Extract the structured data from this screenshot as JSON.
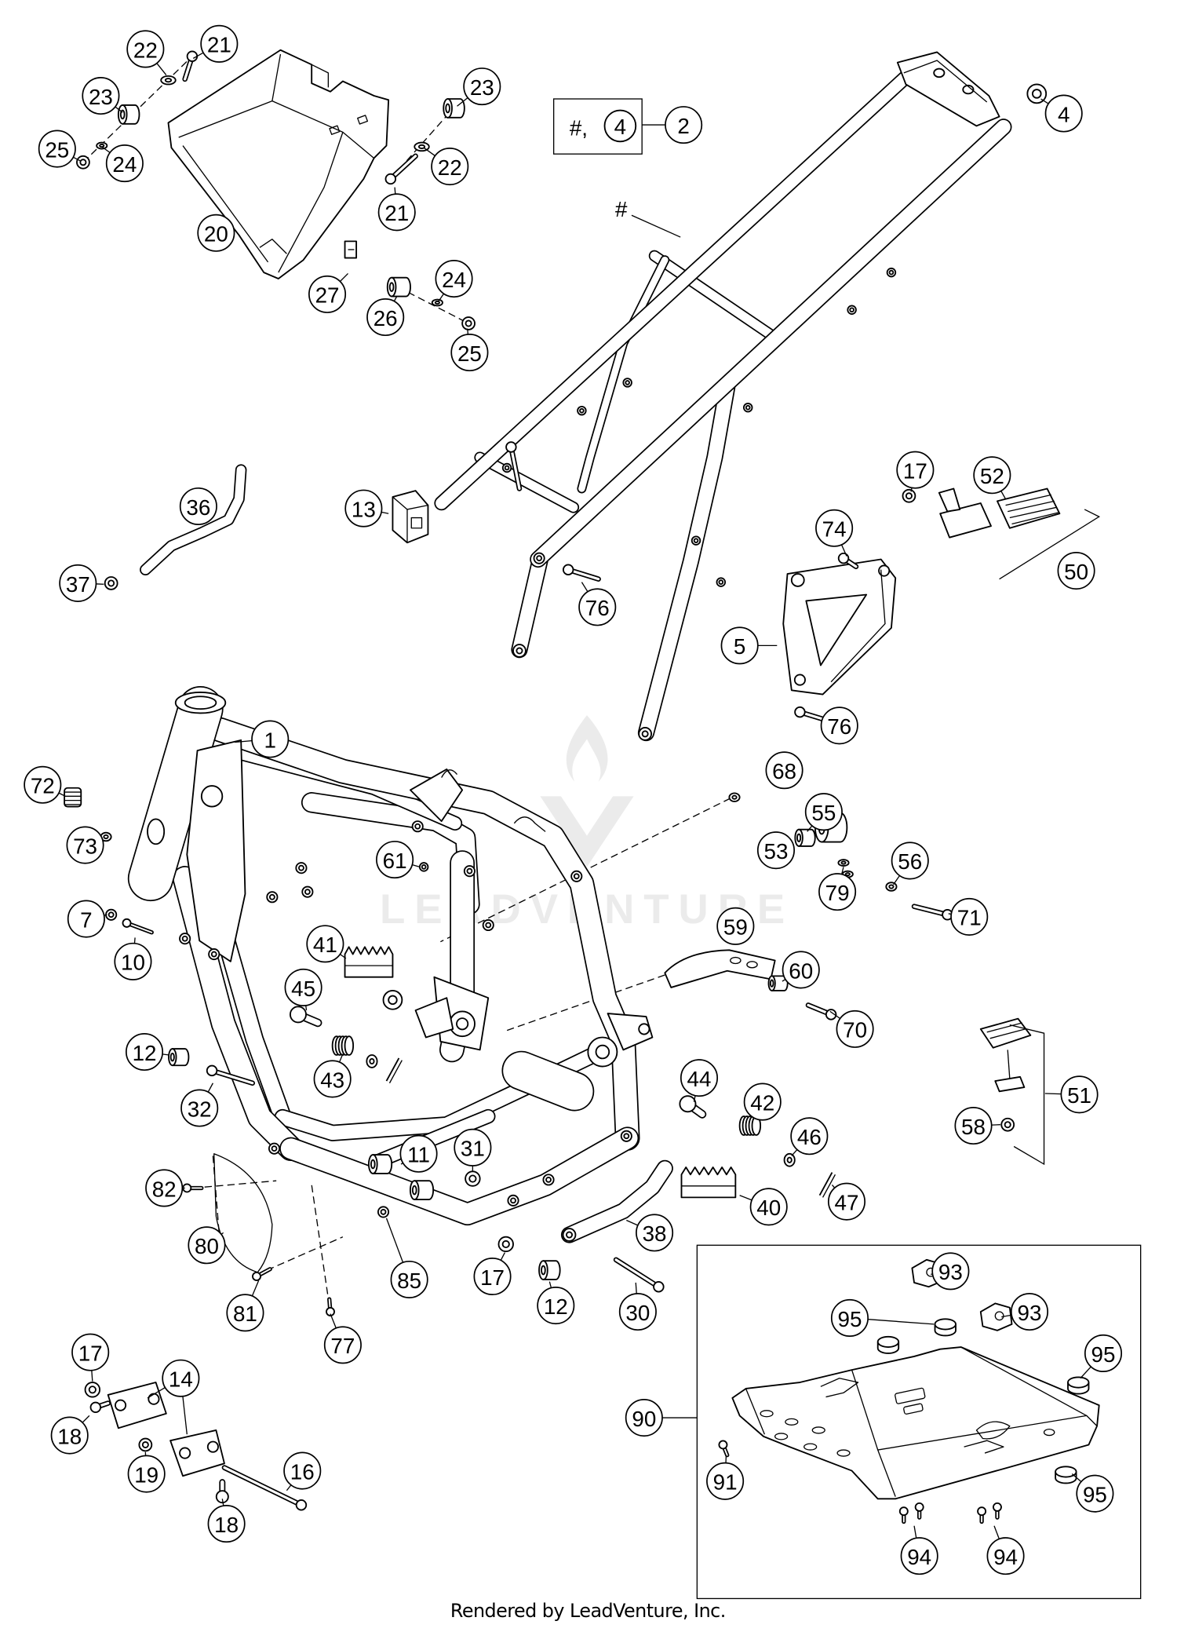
{
  "diagram": {
    "callouts": [
      "22",
      "21",
      "23",
      "25",
      "24",
      "20",
      "23",
      "22",
      "21",
      "27",
      "24",
      "26",
      "25",
      "2",
      "4",
      "13",
      "36",
      "37",
      "76",
      "74",
      "17",
      "52",
      "50",
      "5",
      "76",
      "1",
      "72",
      "73",
      "68",
      "55",
      "53",
      "56",
      "79",
      "71",
      "61",
      "7",
      "10",
      "41",
      "59",
      "60",
      "45",
      "70",
      "12",
      "43",
      "44",
      "42",
      "32",
      "51",
      "58",
      "46",
      "31",
      "11",
      "82",
      "40",
      "47",
      "38",
      "80",
      "85",
      "17",
      "12",
      "30",
      "81",
      "77",
      "17",
      "14",
      "18",
      "19",
      "16",
      "18",
      "93",
      "95",
      "93",
      "95",
      "90",
      "91",
      "95",
      "94",
      "94"
    ],
    "group_label": {
      "prefix": "#,",
      "number": "4"
    },
    "assembly_marker": "#",
    "watermark": "LEADVENTURE",
    "footer": "Rendered by LeadVenture, Inc.",
    "colors": {
      "ink": "#000000",
      "paper": "#ffffff",
      "watermark": "#ebebeb"
    }
  }
}
